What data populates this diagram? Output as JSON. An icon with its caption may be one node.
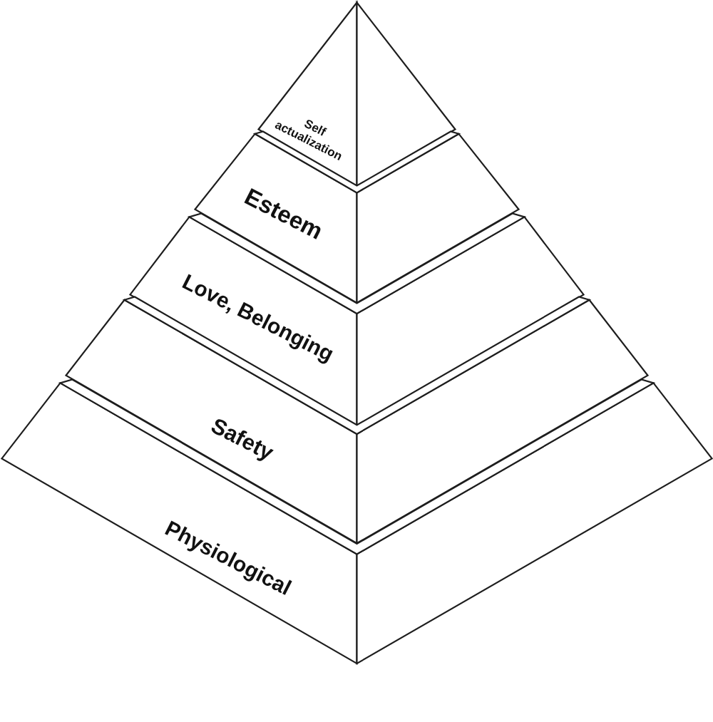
{
  "diagram": {
    "nodes": [
      {
        "text": [
          "Self actualization"
        ]
      },
      {
        "text": [
          "Esteem"
        ]
      },
      {
        "text": [
          "Love, Belonging"
        ]
      },
      {
        "text": [
          "Safety"
        ]
      },
      {
        "text": [
          "Physiological"
        ]
      }
    ]
  }
}
